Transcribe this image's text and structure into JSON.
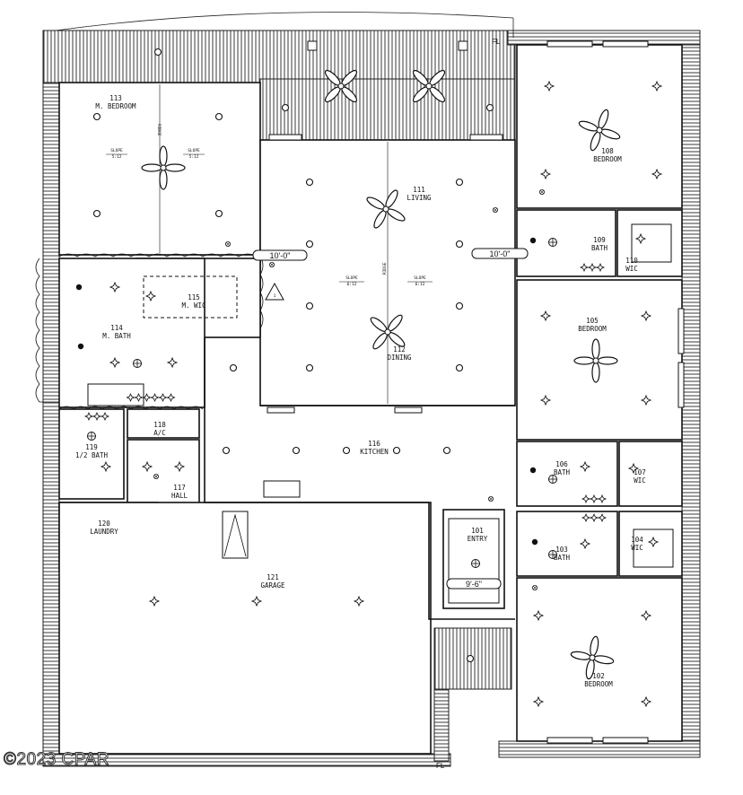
{
  "rooms": [
    {
      "id": "room-113",
      "number": "113",
      "name": "M. BEDROOM"
    },
    {
      "id": "room-111",
      "number": "111",
      "name": "LIVING"
    },
    {
      "id": "room-108",
      "number": "108",
      "name": "BEDROOM"
    },
    {
      "id": "room-109",
      "number": "109",
      "name": "BATH"
    },
    {
      "id": "room-110",
      "number": "110",
      "name": "WIC"
    },
    {
      "id": "room-115",
      "number": "115",
      "name": "M. WIC"
    },
    {
      "id": "room-114",
      "number": "114",
      "name": "M. BATH"
    },
    {
      "id": "room-112",
      "number": "112",
      "name": "DINING"
    },
    {
      "id": "room-105",
      "number": "105",
      "name": "BEDROOM"
    },
    {
      "id": "room-118",
      "number": "118",
      "name": "A/C"
    },
    {
      "id": "room-116",
      "number": "116",
      "name": "KITCHEN"
    },
    {
      "id": "room-119",
      "number": "119",
      "name": "1/2 BATH"
    },
    {
      "id": "room-117",
      "number": "117",
      "name": "HALL"
    },
    {
      "id": "room-106",
      "number": "106",
      "name": "BATH"
    },
    {
      "id": "room-107",
      "number": "107",
      "name": "WIC"
    },
    {
      "id": "room-120",
      "number": "120",
      "name": "LAUNDRY"
    },
    {
      "id": "room-101",
      "number": "101",
      "name": "ENTRY"
    },
    {
      "id": "room-103",
      "number": "103",
      "name": "BATH"
    },
    {
      "id": "room-104",
      "number": "104",
      "name": "WIC"
    },
    {
      "id": "room-121",
      "number": "121",
      "name": "GARAGE"
    },
    {
      "id": "room-102",
      "number": "102",
      "name": "BEDROOM"
    }
  ],
  "slope_labels": [
    {
      "id": "slope-a",
      "line1": "SLOPE",
      "line2": "5:12"
    },
    {
      "id": "slope-b",
      "line1": "SLOPE",
      "line2": "5:12"
    },
    {
      "id": "slope-c",
      "line1": "SLOPE",
      "line2": "6:12"
    },
    {
      "id": "slope-d",
      "line1": "SLOPE",
      "line2": "6:12"
    }
  ],
  "ridge_labels": [
    "RIDGE",
    "RIDGE"
  ],
  "dimensions": [
    "10'-0\"",
    "10'-0\"",
    "9'-6\""
  ],
  "revision_tag": "1",
  "corner_note_top": "FL",
  "corner_note_bottom": "FL",
  "copyright": "©2023 CPAR"
}
